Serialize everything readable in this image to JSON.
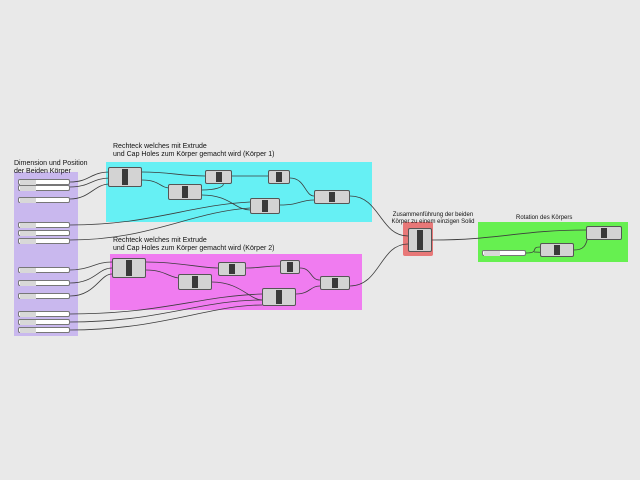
{
  "groups": {
    "dimension": {
      "label": "Dimension und Position\nder Beiden Körper"
    },
    "body1": {
      "label": "Rechteck welches mit Extrude\nund Cap Holes zum Körper gemacht wird (Körper 1)"
    },
    "body2": {
      "label": "Rechteck welches mit Extrude\nund Cap Holes zum Körper gemacht wird (Körper 2)"
    },
    "merge": {
      "label": "Zusammenführung der beiden\nKörper zu einem einzigen Solid"
    },
    "rotation": {
      "label": "Rotation des Körpers"
    }
  },
  "colors": {
    "dimension_group": "#c9b8ee",
    "body1_group": "#66f0f4",
    "body2_group": "#f07cf0",
    "merge_group": "#e87878",
    "rotation_group": "#66f050",
    "wire": "#3c3c3c"
  }
}
